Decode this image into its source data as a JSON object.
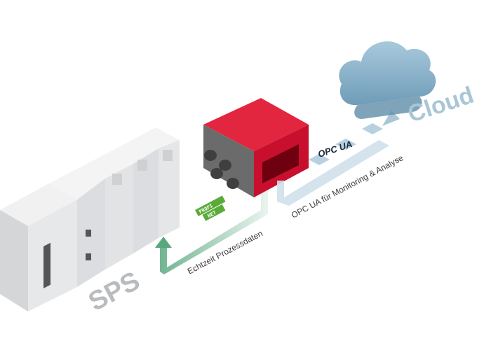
{
  "labels": {
    "plc": "SPS",
    "cloud": "Cloud",
    "realtime": "Echtzeit Prozessdaten",
    "monitoring": "OPC UA für Monitoring & Analyse",
    "opc_logo": "OPC UA",
    "profinet_top": "PROFI",
    "profinet_bottom": "NET"
  },
  "colors": {
    "plc": "#e3e4e6",
    "device_red": "#c8102e",
    "device_gray": "#6b6b6b",
    "cloud": "#8fb4cb",
    "green_arrow": "#5aa77e",
    "blue_arrow": "#cfe0ea",
    "profinet_green": "#5bab3a"
  }
}
